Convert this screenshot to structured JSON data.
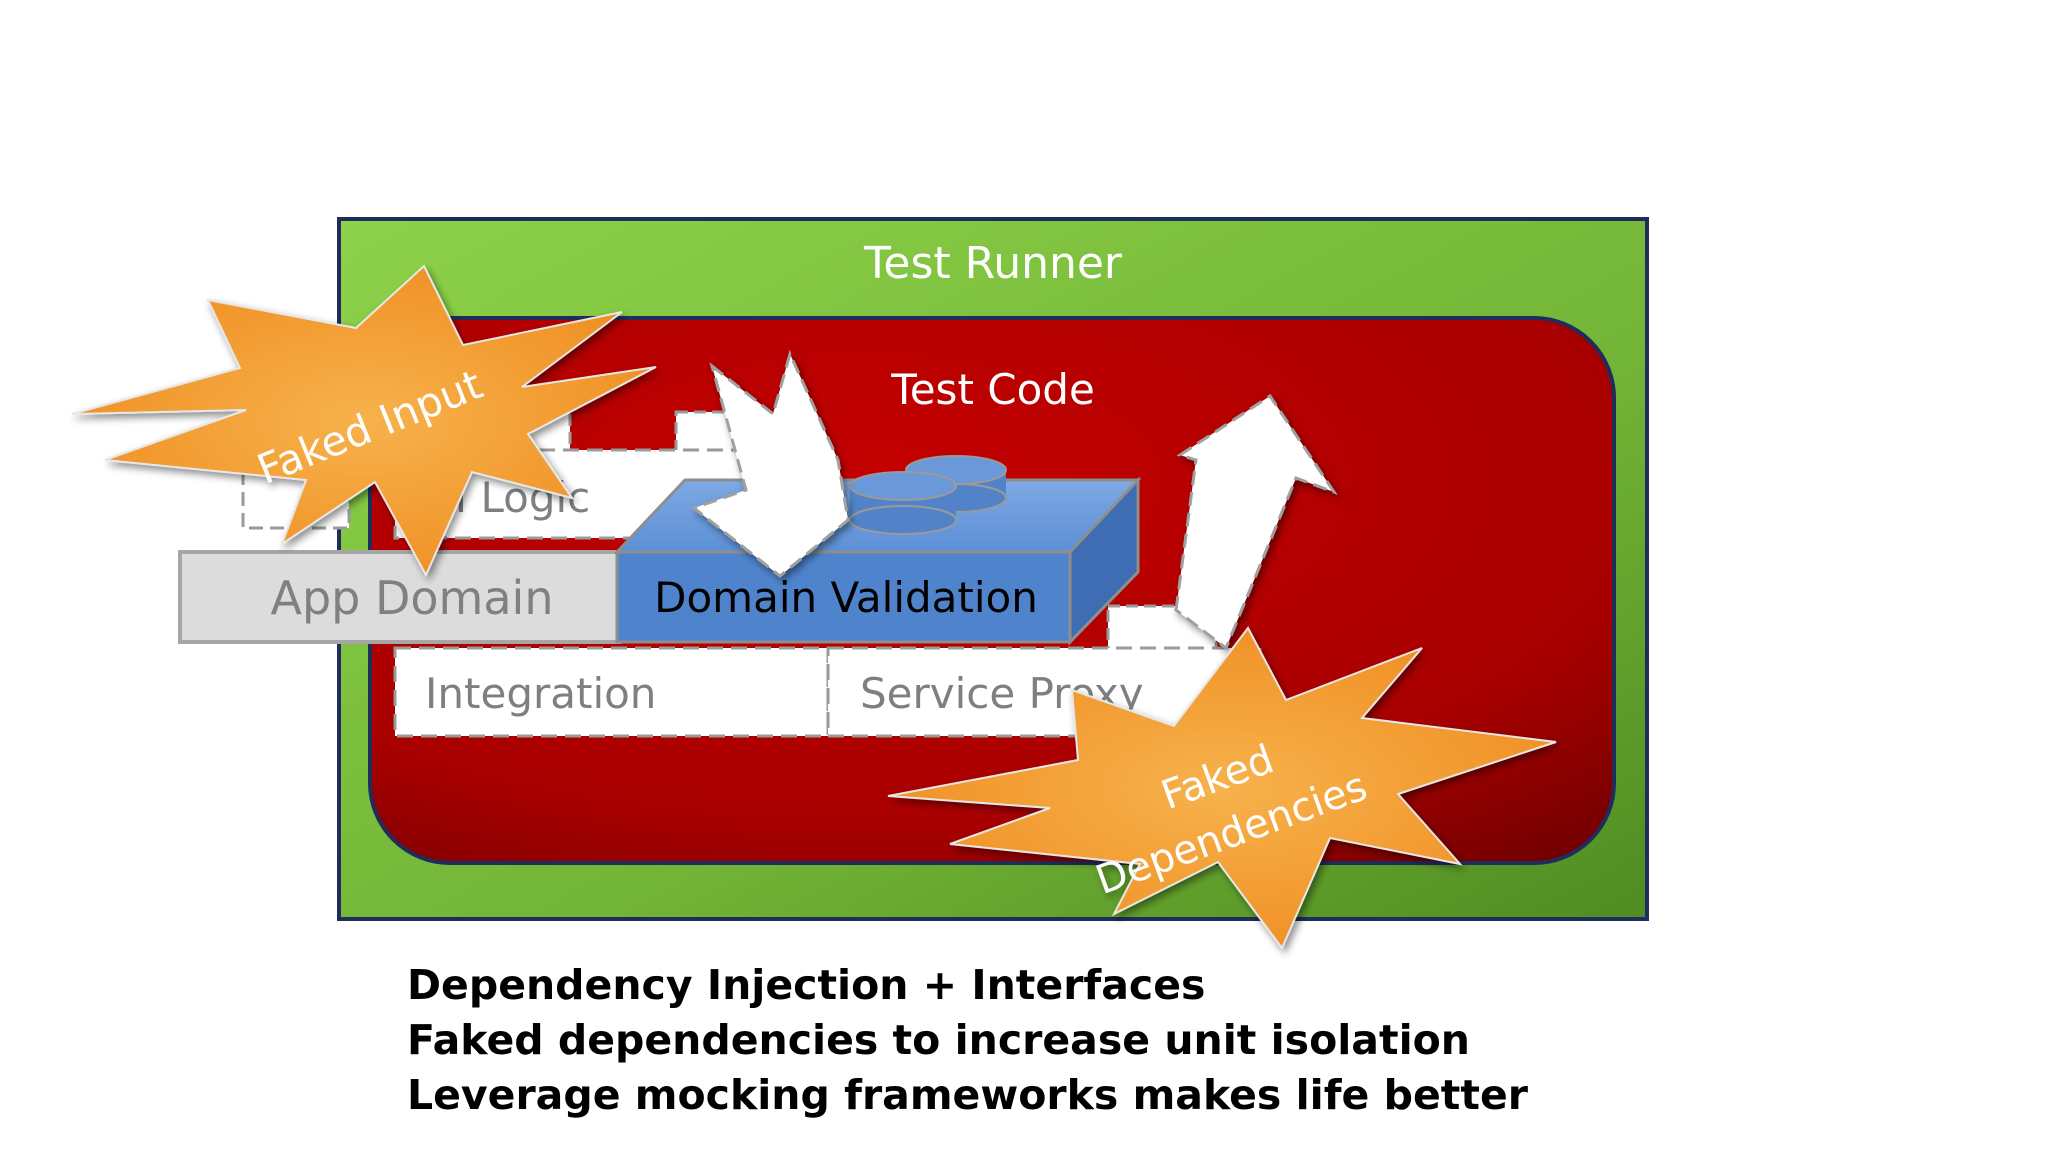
{
  "diagram": {
    "test_runner_label": "Test Runner",
    "test_code_label": "Test Code",
    "ui_logic_label": "UI Logic",
    "app_domain_label": "App Domain",
    "domain_validation_label": "Domain Validation",
    "integration_label": "Integration",
    "service_proxy_label": "Service Proxy",
    "faked_input_label": "Faked Input",
    "faked_dependencies_line1": "Faked",
    "faked_dependencies_line2": "Dependencies"
  },
  "bullets": [
    "Dependency Injection + Interfaces",
    "Faked dependencies to increase unit isolation",
    "Leverage mocking frameworks makes life better"
  ],
  "colors": {
    "runner_green": "#7cc13c",
    "code_red": "#b30000",
    "validation_blue": "#4f84cc",
    "starburst_orange": "#f39a2e",
    "frame_navy": "#1f2d5c"
  }
}
